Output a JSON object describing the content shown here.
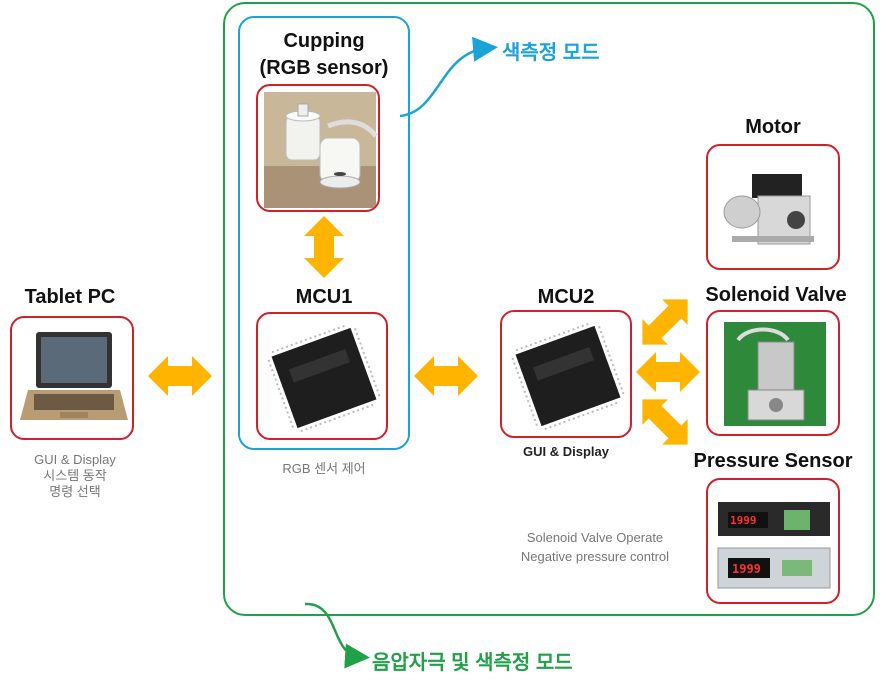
{
  "colors": {
    "outer_box": "#21a04a",
    "inner_box": "#1aa3d6",
    "device_box": "#d0202a",
    "arrow": "#ffb400",
    "mode_top": "#1aa3d6",
    "mode_bottom": "#21a04a"
  },
  "labels": {
    "cupping_line1": "Cupping",
    "cupping_line2": "(RGB sensor)",
    "mode_color": "색측정 모드",
    "motor": "Motor",
    "tablet": "Tablet PC",
    "mcu1": "MCU1",
    "mcu2": "MCU2",
    "solenoid": "Solenoid Valve",
    "pressure": "Pressure Sensor",
    "tablet_desc1": "GUI & Display",
    "tablet_desc2": "시스템 동작",
    "tablet_desc3": "명령 선택",
    "mcu1_desc": "RGB 센서 제어",
    "mcu2_desc": "GUI & Display",
    "sensor_desc1": "Solenoid Valve Operate",
    "sensor_desc2": "Negative pressure control",
    "mode_bottom": "음압자극 및 색측정 모드"
  },
  "sensor_displays": {
    "top": "1999",
    "bottom": "1999"
  },
  "icons": [
    "rgb-sensor-cups",
    "microcontroller-chip",
    "laptop",
    "pump-motor",
    "solenoid-valve",
    "pressure-sensor-unit"
  ]
}
